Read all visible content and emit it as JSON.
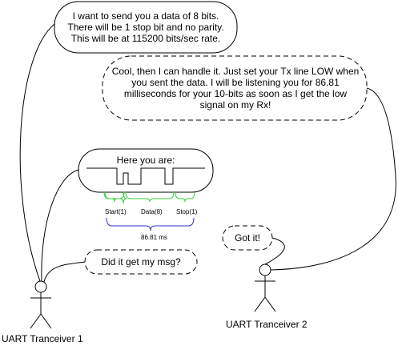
{
  "bubbles": {
    "tx1_request": "I want to send you a data of 8 bits.\nThere will be 1 stop bit and no parity.\nThis will be at 115200 bits/sec rate.",
    "tx2_reply": "Cool, then I can handle it. Just set your Tx line LOW when you sent the data. I will be listening you for 86.81 milliseconds for your 10-bits as soon as I get the low signal on my Rx!",
    "tx1_here": "Here you are:",
    "tx1_check": "Did it get my msg?",
    "tx2_got": "Got it!"
  },
  "frame_labels": {
    "start": "Start(1)",
    "data": "Data(8)",
    "stop": "Stop(1)",
    "total": "86.81 ms"
  },
  "actors": {
    "tx1": "UART Tranceiver 1",
    "tx2": "UART Tranceiver 2"
  },
  "colors": {
    "line": "#000000",
    "green_brace": "#33cc33",
    "blue_brace": "#3333cc"
  }
}
